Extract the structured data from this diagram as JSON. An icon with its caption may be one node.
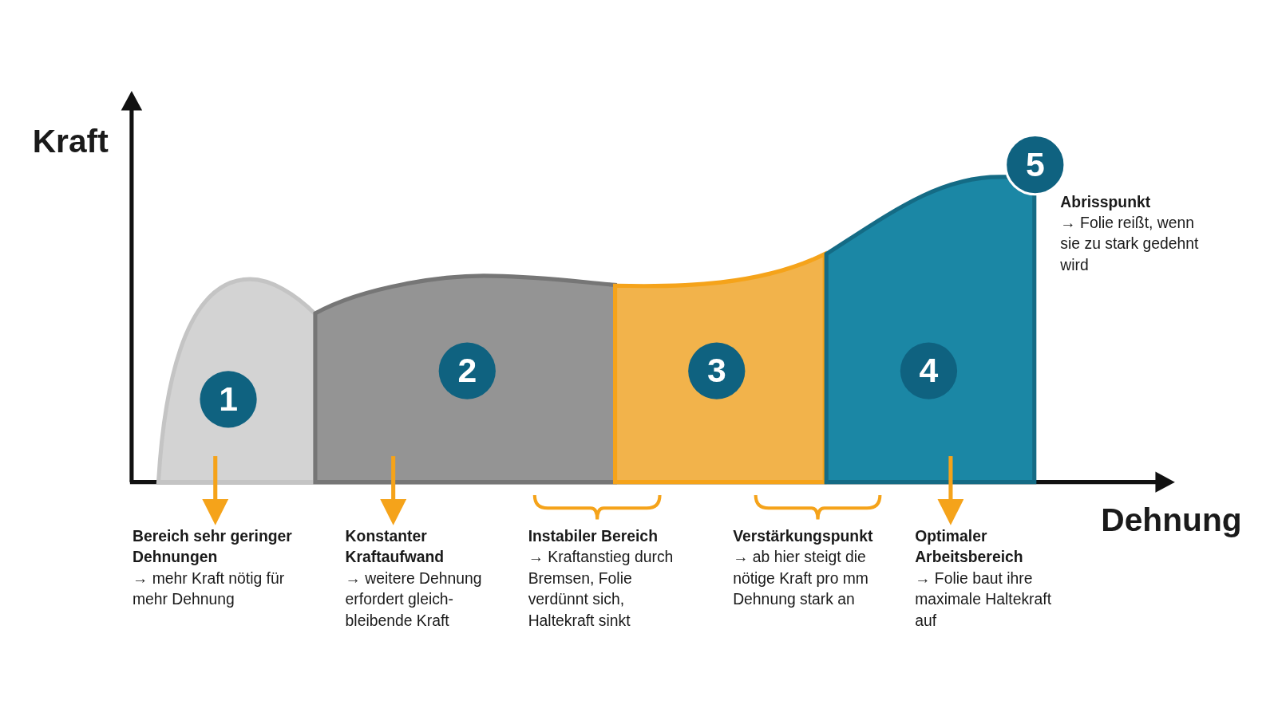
{
  "diagram": {
    "nodes": [
      {
        "text": [
          "1"
        ]
      },
      {
        "text": [
          "2"
        ]
      },
      {
        "text": [
          "3"
        ]
      },
      {
        "text": [
          "4"
        ]
      },
      {
        "text": [
          "5"
        ],
        "beside": [
          "Abrisspunkt",
          "→ Folie reißt, wenn sie zu stark gedehnt wird"
        ]
      },
      {
        "text": [
          "Bereich sehr geringer Dehnungen",
          "→ mehr Kraft nötig für mehr Dehnung"
        ]
      },
      {
        "text": [
          "Konstanter Kraftaufwand",
          "→ weitere Dehnung erfordert gleich- bleibende Kraft"
        ]
      },
      {
        "text": [
          "Instabiler Bereich",
          "→ Kraftanstieg durch Bremsen, Folie verdünnt sich, Haltekraft sinkt"
        ]
      },
      {
        "text": [
          "Verstärkungspunkt",
          "→ ab hier steigt die nötige Kraft pro mm Dehnung stark an"
        ]
      },
      {
        "text": [
          "Optimaler Arbeitsbereich",
          "→ Folie baut ihre maximale Haltekraft auf"
        ]
      }
    ],
    "edges": [
      {
        "from": 0,
        "to": 5,
        "arrow": "to"
      },
      {
        "from": 1,
        "to": 6,
        "arrow": "to"
      },
      {
        "from": 3,
        "to": 9,
        "arrow": "to"
      }
    ],
    "labels": [
      "Kraft",
      "Dehnung"
    ]
  }
}
